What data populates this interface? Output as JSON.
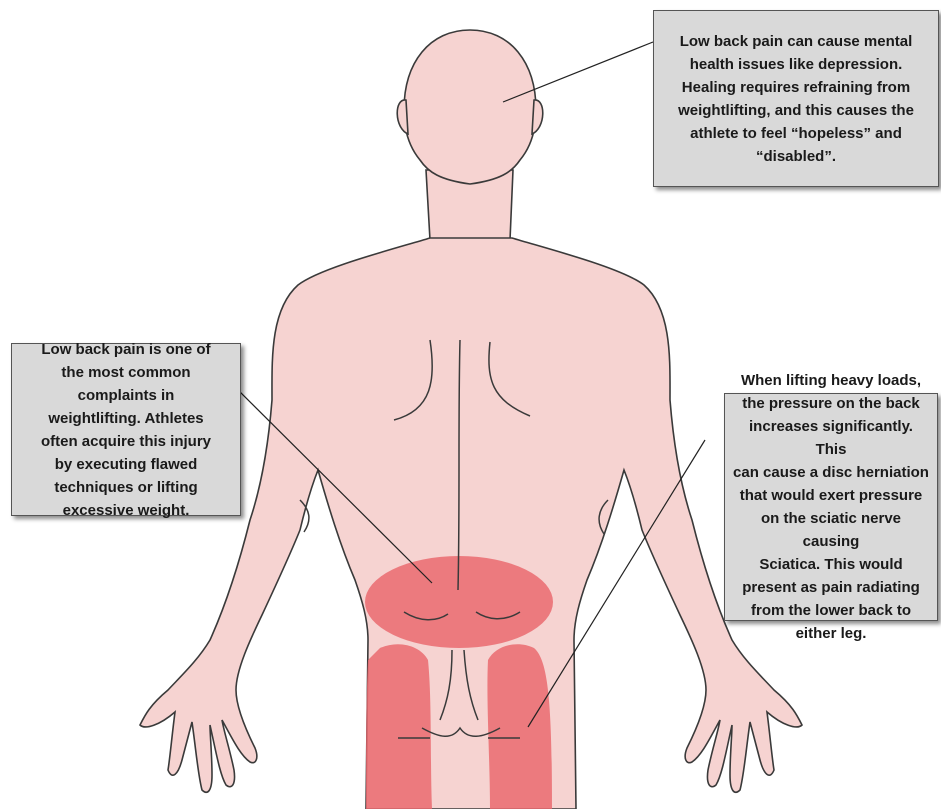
{
  "colors": {
    "skin": "#f6d3d1",
    "outline": "#3a3a3a",
    "pain_area": "#ea6a70",
    "callout_fill": "#d9d9d9",
    "callout_text": "#1a1a1a"
  },
  "callouts": {
    "head": {
      "text": "Low back pain can cause mental\nhealth issues like depression.\nHealing requires refraining from\nweightlifting, and this causes the\nathlete to feel “hopeless” and\n“disabled”."
    },
    "lower_back": {
      "text": "Low back pain is one of\nthe most common\ncomplaints in\nweightlifting. Athletes\noften acquire this injury\nby executing flawed\ntechniques or lifting\nexcessive weight."
    },
    "sciatica": {
      "text": "When lifting heavy loads,\nthe pressure on the back\nincreases significantly. This\ncan cause a disc herniation\nthat would exert pressure\non the sciatic nerve causing\nSciatica. This would\npresent as pain radiating\nfrom the lower back to\neither leg."
    }
  },
  "figure": {
    "view": "posterior",
    "highlighted_regions": [
      "lower-back",
      "left-thigh",
      "right-thigh"
    ]
  }
}
